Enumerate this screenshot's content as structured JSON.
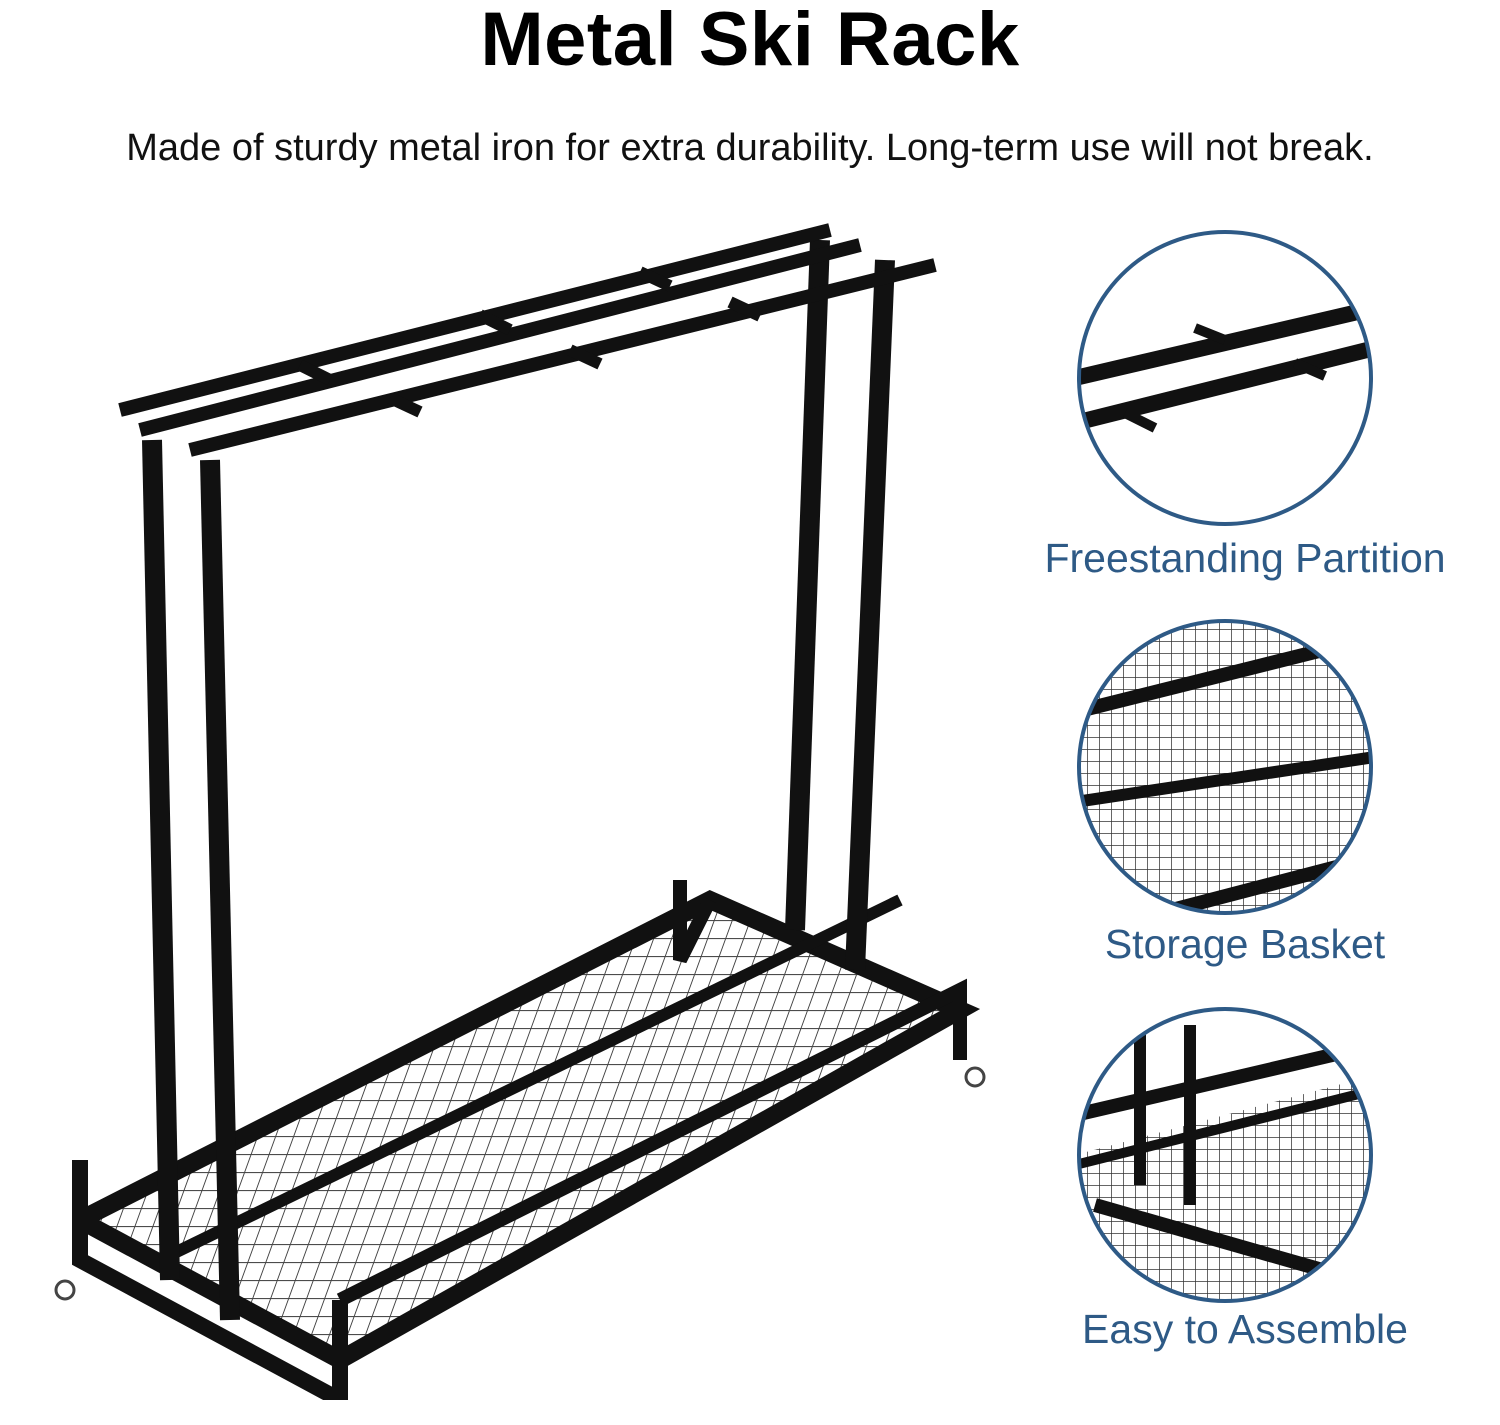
{
  "header": {
    "title": "Metal Ski Rack",
    "subtitle": "Made of sturdy metal iron for extra durability. Long-term use will not break."
  },
  "details": [
    {
      "caption": "Freestanding Partition",
      "icon": "top-rail-closeup"
    },
    {
      "caption": "Storage Basket",
      "icon": "mesh-basket-closeup"
    },
    {
      "caption": "Easy to Assemble",
      "icon": "base-frame-closeup"
    }
  ],
  "colors": {
    "frame": "#111111",
    "accent_ring": "#2e5a86",
    "caption_text": "#2e5a86",
    "background": "#ffffff"
  }
}
